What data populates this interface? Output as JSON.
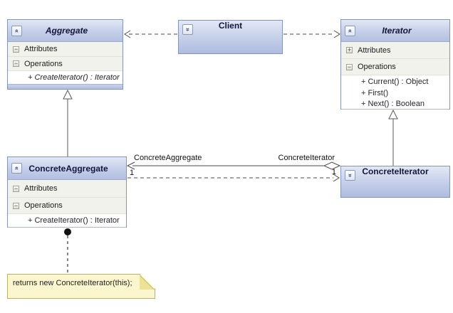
{
  "classes": {
    "aggregate": {
      "name": "Aggregate",
      "attributes_label": "Attributes",
      "operations_label": "Operations",
      "operations": [
        "+ CreateIterator() : Iterator"
      ]
    },
    "client": {
      "name": "Client"
    },
    "iterator": {
      "name": "Iterator",
      "attributes_label": "Attributes",
      "operations_label": "Operations",
      "operations": [
        "+ Current() : Object",
        "+ First()",
        "+ Next() : Boolean"
      ]
    },
    "concrete_aggregate": {
      "name": "ConcreteAggregate",
      "attributes_label": "Attributes",
      "operations_label": "Operations",
      "operations": [
        "+ CreateIterator() : Iterator"
      ]
    },
    "concrete_iterator": {
      "name": "ConcreteIterator"
    }
  },
  "edge_labels": {
    "association_role_left": "ConcreteAggregate",
    "association_role_right": "ConcreteIterator",
    "multiplicity_left": "1",
    "multiplicity_right": "1"
  },
  "note": {
    "text": "returns new ConcreteIterator(this);"
  },
  "icons": {
    "chevron_double_up_glyph": "«",
    "chevron_double_down_glyph": "»",
    "section_expanded_glyph": "−",
    "section_collapsed_glyph": "+"
  },
  "colors": {
    "box_border": "#8496b8",
    "header_gradient_top": "#e3e8f5",
    "header_gradient_bottom": "#b3c0e0",
    "section_bg": "#f2f2ec",
    "note_bg": "#fbf6ce",
    "note_border": "#b9b169",
    "line": "#4a4a4a"
  }
}
